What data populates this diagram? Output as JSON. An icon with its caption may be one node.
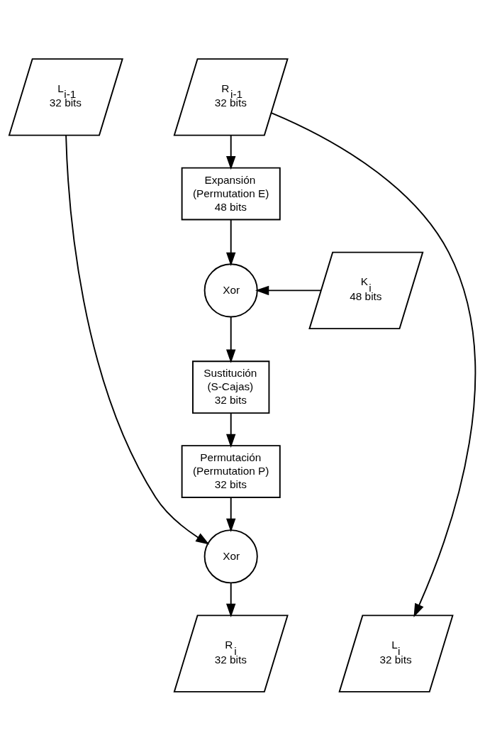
{
  "diagram": {
    "nodes": [
      {
        "text": [
          "L$_{i-1}$",
          "32 bits"
        ]
      },
      {
        "text": [
          "R$_{i-1}$",
          "32 bits"
        ]
      },
      {
        "text": [
          "Expansión",
          "(Permutation E)",
          "48 bits"
        ]
      },
      {
        "text": [
          "Xor"
        ]
      },
      {
        "text": [
          "K$_{i}$",
          "48 bits"
        ]
      },
      {
        "text": [
          "Sustitución",
          "(S-Cajas)",
          "32 bits"
        ]
      },
      {
        "text": [
          "Permutación",
          "(Permutation P)",
          "32 bits"
        ]
      },
      {
        "text": [
          "Xor"
        ]
      },
      {
        "text": [
          "L$_{i}$",
          "32 bits"
        ]
      },
      {
        "text": [
          "R$_{i}$",
          "32 bits"
        ]
      }
    ],
    "edges": [
      {
        "from": 1,
        "to": 2,
        "arrow": "to"
      },
      {
        "from": 1,
        "to": 8,
        "arrow": "to"
      },
      {
        "from": 2,
        "to": 3,
        "arrow": "to"
      },
      {
        "from": 4,
        "to": 3,
        "arrow": "to"
      },
      {
        "from": 3,
        "to": 5,
        "arrow": "to"
      },
      {
        "from": 5,
        "to": 6,
        "arrow": "to"
      },
      {
        "from": 6,
        "to": 7,
        "arrow": "to"
      },
      {
        "from": 0,
        "to": 7,
        "arrow": "to"
      },
      {
        "from": 7,
        "to": 9,
        "arrow": "to"
      }
    ]
  }
}
